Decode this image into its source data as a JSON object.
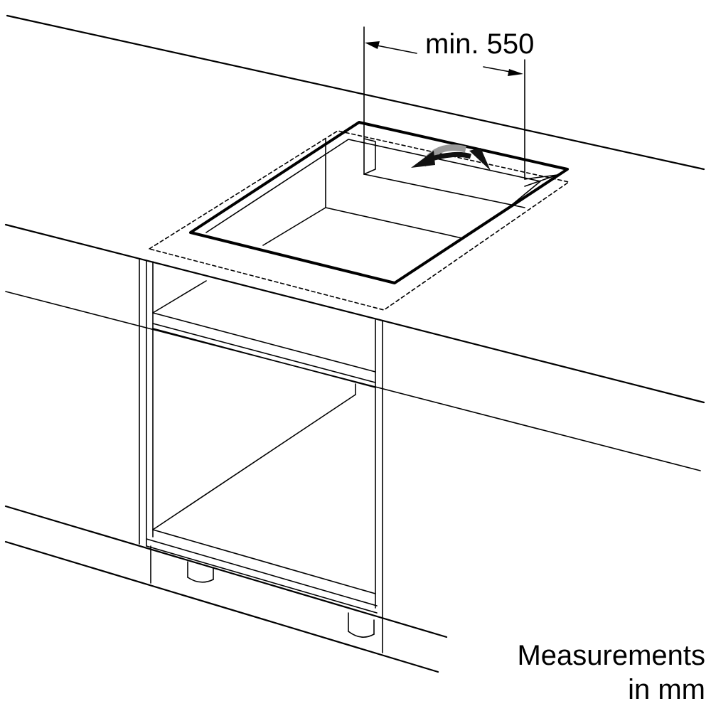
{
  "dimension": {
    "label": "min. 550"
  },
  "note": {
    "line1": "Measurements",
    "line2": "in mm"
  },
  "arrow_icon": "rotate-arrow-icon"
}
